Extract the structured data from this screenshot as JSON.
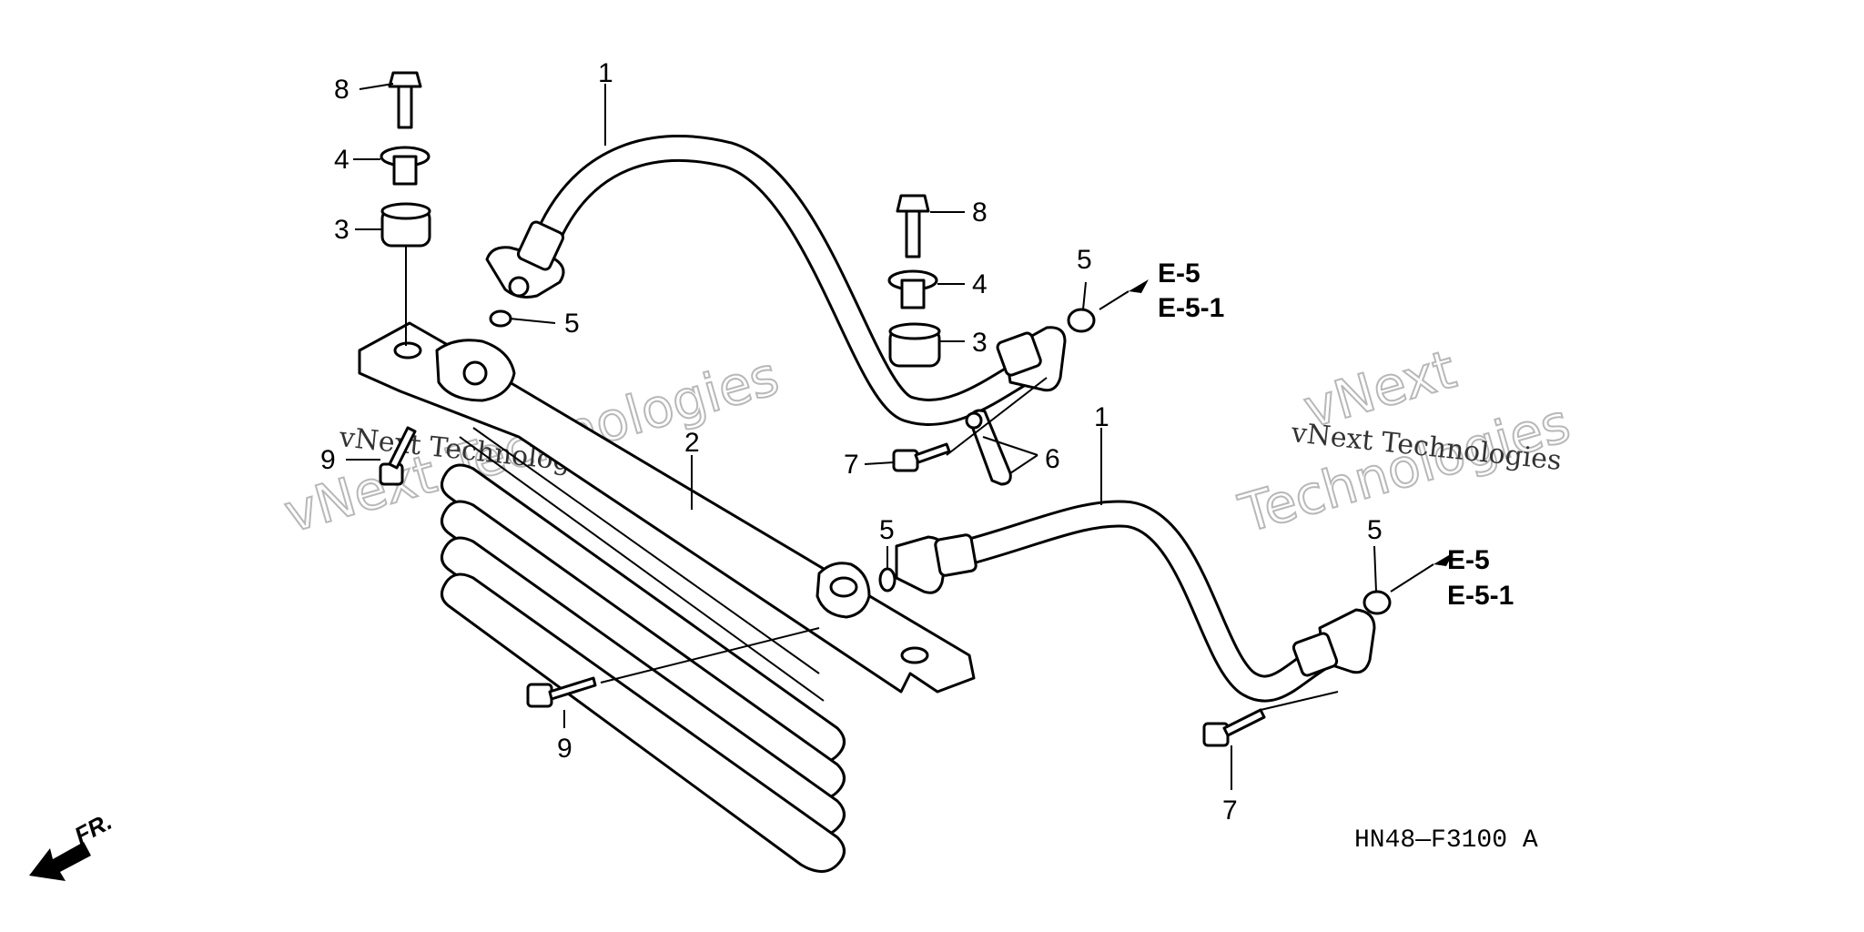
{
  "callouts": {
    "c1a": "1",
    "c1b": "1",
    "c2": "2",
    "c3a": "3",
    "c3b": "3",
    "c4a": "4",
    "c4b": "4",
    "c5a": "5",
    "c5b": "5",
    "c5c": "5",
    "c5d": "5",
    "c6": "6",
    "c7a": "7",
    "c7b": "7",
    "c8a": "8",
    "c8b": "8",
    "c9a": "9",
    "c9b": "9"
  },
  "references": {
    "upper": [
      "E-5",
      "E-5-1"
    ],
    "lower": [
      "E-5",
      "E-5-1"
    ]
  },
  "diagram_code": "HN48—F3100 A",
  "direction_label": "FR.",
  "watermarks": {
    "left_line1": "vNext Technologies",
    "left_big": "vNext Technologies",
    "right_line1": "vNext Technologies",
    "right_big_1": "vNext",
    "right_big_2": "Technologies"
  }
}
